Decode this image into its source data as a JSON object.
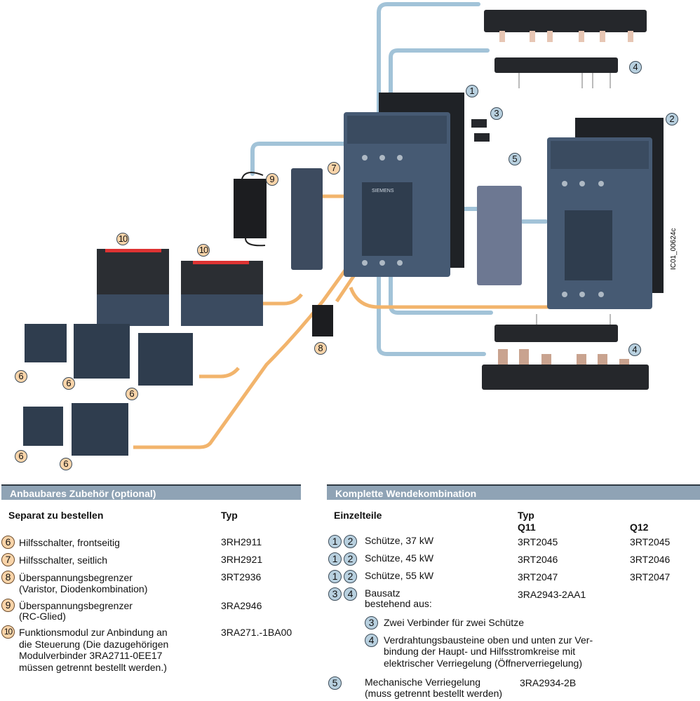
{
  "figure": {
    "code": "IC01_00624c",
    "brand_text": "SIEMENS",
    "markers": {
      "m1": "1",
      "m2": "2",
      "m3": "3",
      "m4": "4",
      "m5": "5",
      "m6": "6",
      "m7": "7",
      "m8": "8",
      "m9": "9",
      "m10": "10"
    },
    "colors": {
      "contactor": "#465a73",
      "accessory_line": "#f2b46c",
      "wiring_line": "#a2c3d8",
      "marker_blue": "#b8d0df",
      "marker_orange": "#f9d4a9",
      "header": "#8fa3b5"
    }
  },
  "left": {
    "header": "Anbaubares Zubehör (optional)",
    "col1": "Separat zu bestellen",
    "col2": "Typ",
    "rows": [
      {
        "n": "6",
        "lines": [
          "Hilfsschalter, frontseitig"
        ],
        "typ": "3RH2911"
      },
      {
        "n": "7",
        "lines": [
          "Hilfsschalter, seitlich"
        ],
        "typ": "3RH2921"
      },
      {
        "n": "8",
        "lines": [
          "Überspannungsbegrenzer",
          "(Varistor, Diodenkombination)"
        ],
        "typ": "3RT2936"
      },
      {
        "n": "9",
        "lines": [
          "Überspannungsbegrenzer",
          "(RC-Glied)"
        ],
        "typ": "3RA2946"
      },
      {
        "n": "10",
        "lines": [
          "Funktionsmodul zur Anbindung an",
          "die Steuerung (Die dazugehörigen",
          "Modulverbinder 3RA2711-0EE17",
          "müssen getrennt bestellt werden.)"
        ],
        "typ": "3RA271.-1BA00"
      }
    ]
  },
  "right": {
    "header": "Komplette Wendekombination",
    "col1": "Einzelteile",
    "col2": "Typ",
    "q11": "Q11",
    "q12": "Q12",
    "rows": [
      {
        "n": [
          "1",
          "2"
        ],
        "lines": [
          "Schütze, 37 kW"
        ],
        "q11": "3RT2045",
        "q12": "3RT2045"
      },
      {
        "n": [
          "1",
          "2"
        ],
        "lines": [
          "Schütze, 45 kW"
        ],
        "q11": "3RT2046",
        "q12": "3RT2046"
      },
      {
        "n": [
          "1",
          "2"
        ],
        "lines": [
          "Schütze, 55 kW"
        ],
        "q11": "3RT2047",
        "q12": "3RT2047"
      },
      {
        "n": [
          "3",
          "4"
        ],
        "lines": [
          "Bausatz",
          "bestehend aus:"
        ],
        "q11": "3RA2943-2AA1"
      }
    ],
    "sub": [
      {
        "n": "3",
        "lines": [
          "Zwei Verbinder für zwei Schütze"
        ]
      },
      {
        "n": "4",
        "lines": [
          "Verdrahtungsbausteine oben und unten zur Ver-",
          "bindung der Haupt- und Hilfsstromkreise mit",
          "elektrischer Verriegelung (Öffnerverriegelung)"
        ]
      }
    ],
    "last": {
      "n": "5",
      "lines": [
        "Mechanische Verriegelung",
        "(muss getrennt bestellt werden)"
      ],
      "typ": "3RA2934-2B"
    }
  }
}
